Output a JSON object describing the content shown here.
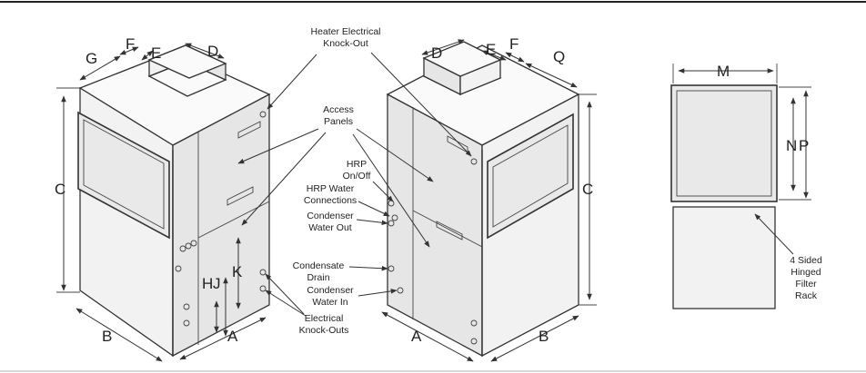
{
  "dimensions": {
    "left_unit": {
      "G": "G",
      "F": "F",
      "E": "E",
      "D": "D",
      "C": "C",
      "B": "B",
      "A": "A",
      "H": "H",
      "J": "J",
      "K": "K"
    },
    "right_unit": {
      "D": "D",
      "E": "E",
      "F": "F",
      "Q": "Q",
      "C": "C",
      "A": "A",
      "B": "B"
    },
    "filter_rack": {
      "M": "M",
      "N": "N",
      "P": "P"
    }
  },
  "callouts": {
    "heater_knockout": [
      "Heater Electrical",
      "Knock-Out"
    ],
    "access_panels": [
      "Access",
      "Panels"
    ],
    "hrp_onoff": [
      "HRP",
      "On/Off"
    ],
    "hrp_water": [
      "HRP Water",
      "Connections"
    ],
    "condenser_out": [
      "Condenser",
      "Water Out"
    ],
    "condensate": [
      "Condensate",
      "Drain"
    ],
    "condenser_in": [
      "Condenser",
      "Water In"
    ],
    "electrical_knockouts": [
      "Electrical",
      "Knock-Outs"
    ],
    "filter_rack": [
      "4 Sided",
      "Hinged",
      "Filter",
      "Rack"
    ]
  }
}
